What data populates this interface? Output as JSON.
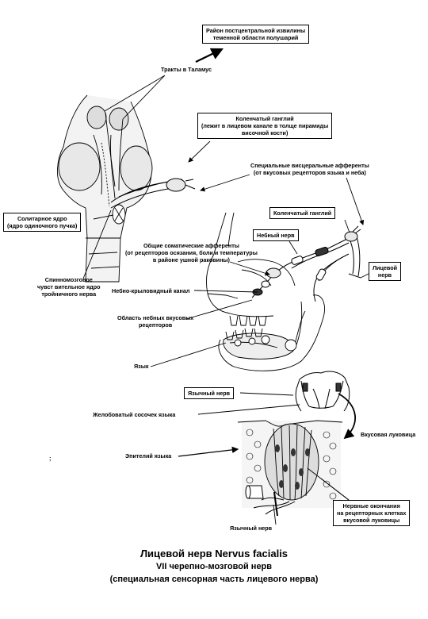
{
  "labels": {
    "postcentral_area": [
      "Район постцентральной извилины",
      "теменной области полушарий"
    ],
    "thalamus_tracts": "Тракты в Таламус",
    "geniculate_ganglion_top": [
      "Коленчатый ганглий",
      "(лежит в лицевом канале в толще пирамиды",
      "височной кости)"
    ],
    "special_visceral": [
      "Специальные висцеральные афференты",
      "(от вкусовых рецепторов языка и неба)"
    ],
    "solitary_nucleus": [
      "Солитарное ядро",
      "(ядро одиночного пучка)"
    ],
    "spinal_nucleus": [
      "Спинномозговое",
      "чувст вительное ядро",
      "тройничного нерва"
    ],
    "geniculate_ganglion_right": "Коленчатый ганглий",
    "palatine_nerve": "Небный нерв",
    "general_somatic": [
      "Общие соматические афференты",
      "(от рецепторов осязания, боли и температуры",
      "в районе ушной раковины)"
    ],
    "facial_nerve": [
      "Лицевой",
      "нерв"
    ],
    "pterygopalatine_canal": "Небно-крыловидный канал",
    "palatine_taste_area": [
      "Область небных вкусовых",
      "рецепторов"
    ],
    "tongue": "Язык",
    "lingual_nerve_box": "Язычный нерв",
    "vallate_papilla": "Желобоватый сосочек языка",
    "taste_bud": "Вкусовая луковица",
    "tongue_epithelium": "Эпителий языка",
    "nerve_endings": [
      "Нервные окончания",
      "на рецепторных клетках",
      "вкусовой луковицы"
    ],
    "lingual_nerve_bottom": "Язычный нерв",
    "stray_mark": ";"
  },
  "title": {
    "line1": "Лицевой нерв Nervus facialis",
    "line2": "VII черепно-мозговой нерв",
    "line3": "(специальная сенсорная часть лицевого нерва)"
  }
}
